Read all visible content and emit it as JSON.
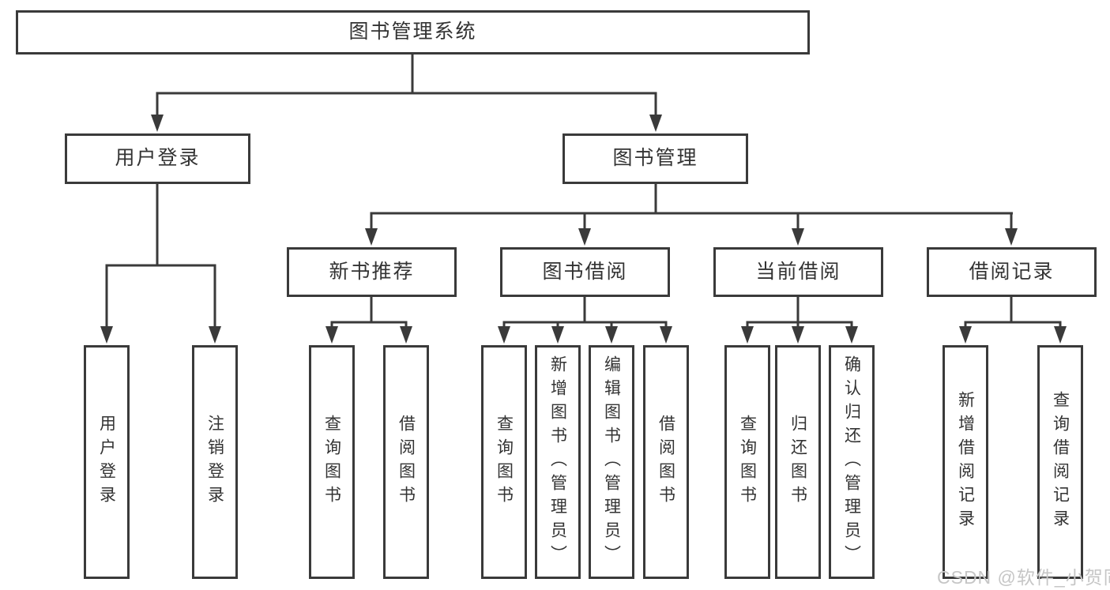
{
  "tree": {
    "label": "图书管理系统",
    "children": [
      {
        "label": "用户登录",
        "children": [
          {
            "label": "用户登录"
          },
          {
            "label": "注销登录"
          }
        ]
      },
      {
        "label": "图书管理",
        "children": [
          {
            "label": "新书推荐",
            "children": [
              {
                "label": "查询图书"
              },
              {
                "label": "借阅图书"
              }
            ]
          },
          {
            "label": "图书借阅",
            "children": [
              {
                "label": "查询图书"
              },
              {
                "label": "新增图书（管理员）"
              },
              {
                "label": "编辑图书（管理员）"
              },
              {
                "label": "借阅图书"
              }
            ]
          },
          {
            "label": "当前借阅",
            "children": [
              {
                "label": "查询图书"
              },
              {
                "label": "归还图书"
              },
              {
                "label": "确认归还（管理员）"
              }
            ]
          },
          {
            "label": "借阅记录",
            "children": [
              {
                "label": "新增借阅记录"
              },
              {
                "label": "查询借阅记录"
              }
            ]
          }
        ]
      }
    ]
  },
  "watermark": {
    "text": "CSDN @软件_小贺同学"
  },
  "colors": {
    "line": "#3a3a3a",
    "box_border": "#3a3a3a",
    "box_bg": "#ffffff",
    "text": "#333333",
    "watermark": "#c6c6c6"
  }
}
